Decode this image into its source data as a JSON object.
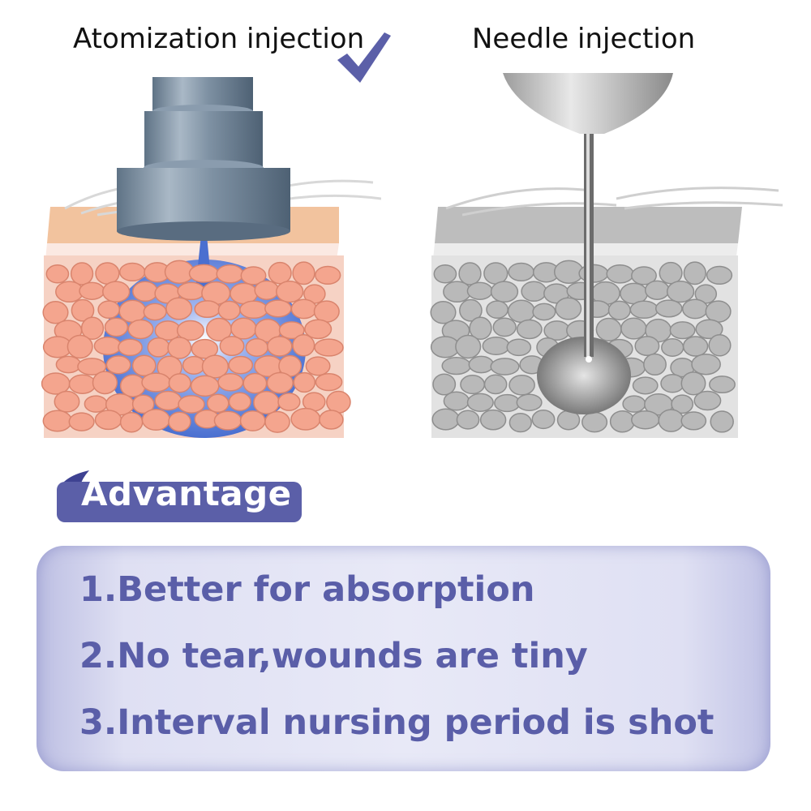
{
  "headings": {
    "left": "Atomization injection",
    "right": "Needle injection"
  },
  "icons": {
    "check": "checkmark-icon"
  },
  "advantage": {
    "label": "Advantage",
    "items": [
      "1.Better for absorption",
      "2.No tear,wounds are tiny",
      "3.Interval nursing period is shot"
    ]
  },
  "colors": {
    "accent": "#5a5ea8",
    "tab": "#5b5fa8",
    "panel": "#e4e5f5",
    "skin": "#f4a58e",
    "fluid": "#4a6fd0"
  }
}
